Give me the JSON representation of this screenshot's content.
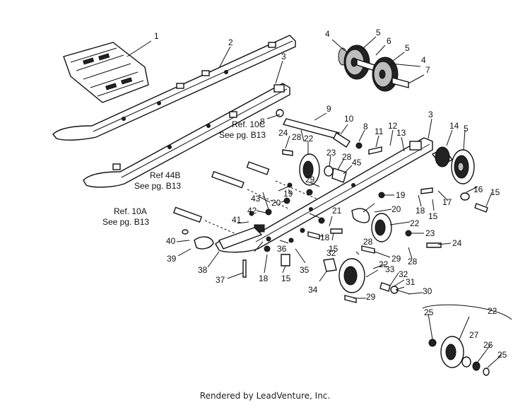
{
  "labels": {
    "l1": "1",
    "l2": "2",
    "l3a": "3",
    "l3b": "3",
    "l4a": "4",
    "l4b": "4",
    "l5a": "5",
    "l5b": "5",
    "l5c": "5",
    "l6": "6",
    "l7": "7",
    "l8a": "8",
    "l8b": "8",
    "l9": "9",
    "l10": "10",
    "l11": "11",
    "l12": "12",
    "l13": "13",
    "l14": "14",
    "l15a": "15",
    "l15b": "15",
    "l15c": "15",
    "l15d": "15",
    "l16": "16",
    "l17": "17",
    "l18a": "18",
    "l18b": "18",
    "l18c": "18",
    "l19a": "19",
    "l19b": "19",
    "l20a": "20",
    "l20b": "20",
    "l21": "21",
    "l22a": "22",
    "l22b": "22",
    "l22c": "22",
    "l22d": "22",
    "l23a": "23",
    "l23b": "23",
    "l24a": "24",
    "l24b": "24",
    "l25a": "25",
    "l25b": "25",
    "l26": "26",
    "l27": "27",
    "l28a": "28",
    "l28b": "28",
    "l28c": "28",
    "l28d": "28",
    "l29a": "29",
    "l29b": "29",
    "l29c": "29",
    "l30": "30",
    "l31": "31",
    "l32a": "32",
    "l32b": "32",
    "l33": "33",
    "l34": "34",
    "l35": "35",
    "l36": "36",
    "l37": "37",
    "l38": "38",
    "l39": "39",
    "l40": "40",
    "l41": "41",
    "l42": "42",
    "l43": "43",
    "l45": "45"
  },
  "refs": {
    "ref10c_line1": "Ref. 10C",
    "ref10c_line2": "See pg. B13",
    "ref44b_line1": "Ref 44B",
    "ref44b_line2": "See pg. B13",
    "ref10a_line1": "Ref. 10A",
    "ref10a_line2": "See pg. B13"
  },
  "footer": {
    "text": "Rendered by LeadVenture, Inc."
  }
}
